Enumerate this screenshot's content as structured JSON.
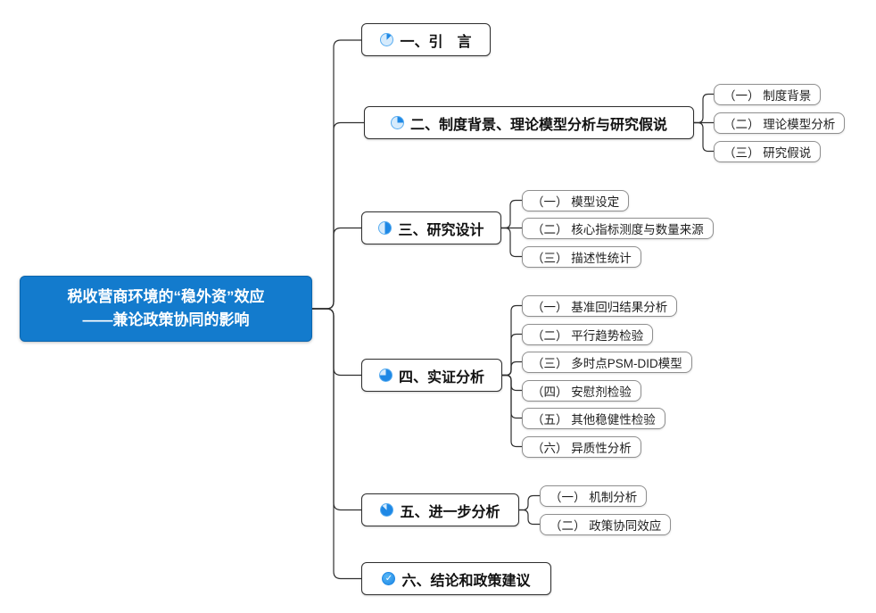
{
  "root": {
    "title_line1": "税收营商环境的“稳外资”效应",
    "title_line2": "——兼论政策协同的影响"
  },
  "branches": [
    {
      "label": "一、引　言",
      "icon": "task-progress-1of8-icon",
      "children": []
    },
    {
      "label": "二、制度背景、理论模型分析与研究假说",
      "icon": "task-progress-2of8-icon",
      "children": [
        "（一） 制度背景",
        "（二） 理论模型分析",
        "（三） 研究假说"
      ]
    },
    {
      "label": "三、研究设计",
      "icon": "task-progress-4of8-icon",
      "children": [
        "（一） 模型设定",
        "（二） 核心指标测度与数量来源",
        "（三） 描述性统计"
      ]
    },
    {
      "label": "四、实证分析",
      "icon": "task-progress-6of8-icon",
      "children": [
        "（一） 基准回归结果分析",
        "（二） 平行趋势检验",
        "（三） 多时点PSM-DID模型",
        "（四） 安慰剂检验",
        "（五） 其他稳健性检验",
        "（六） 异质性分析"
      ]
    },
    {
      "label": "五、进一步分析",
      "icon": "task-progress-7of8-icon",
      "children": [
        "（一） 机制分析",
        "（二） 政策协同效应"
      ]
    },
    {
      "label": "六、结论和政策建议",
      "icon": "task-done-icon",
      "children": []
    }
  ],
  "colors": {
    "root_background": "#137BCD",
    "task_fill": "#1E88E5",
    "task_remaining": "#D6EBFC",
    "connector": "#2F2F2F"
  }
}
